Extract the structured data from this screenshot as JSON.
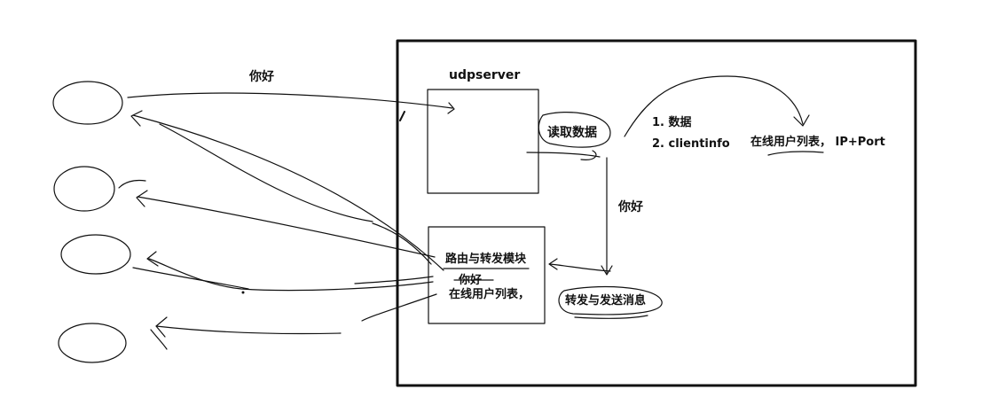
{
  "labels": {
    "greeting_top": "你好",
    "server_title": "udpserver",
    "read_data": "读取数据",
    "item1": "1. 数据",
    "item2": "2. clientinfo",
    "online_list_ipport": "在线用户列表， IP+Port",
    "greeting_mid": "你好",
    "routing_module": "路由与转发模块",
    "greeting_inner": "你好",
    "online_list_inner": "在线用户列表，",
    "forward_send": "转发与发送消息"
  },
  "colors": {
    "stroke": "#111111",
    "background": "#ffffff"
  }
}
